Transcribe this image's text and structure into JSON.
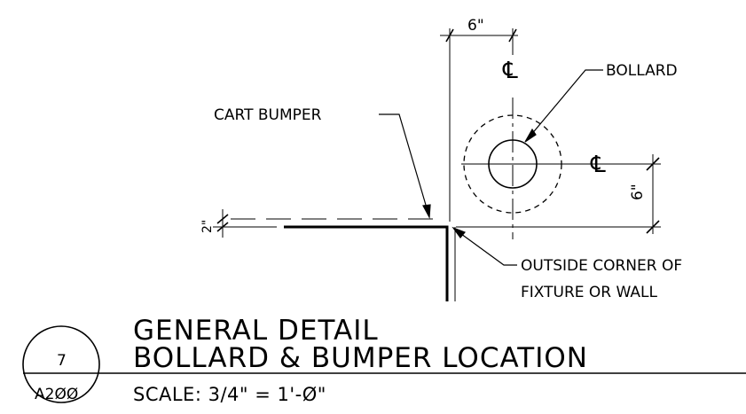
{
  "labels": {
    "bollard": "BOLLARD",
    "cart_bumper": "CART BUMPER",
    "corner_line1": "OUTSIDE CORNER OF",
    "corner_line2": "FIXTURE OR WALL",
    "dim_top": "6\"",
    "dim_right": "6\"",
    "dim_left": "2\"",
    "centerline_symbol": "℄"
  },
  "title_block": {
    "line1": "GENERAL DETAIL",
    "line2": "BOLLARD & BUMPER LOCATION",
    "scale": "SCALE: 3/4\" = 1'-Ø\"",
    "detail_number": "7",
    "sheet": "A2ØØ"
  }
}
